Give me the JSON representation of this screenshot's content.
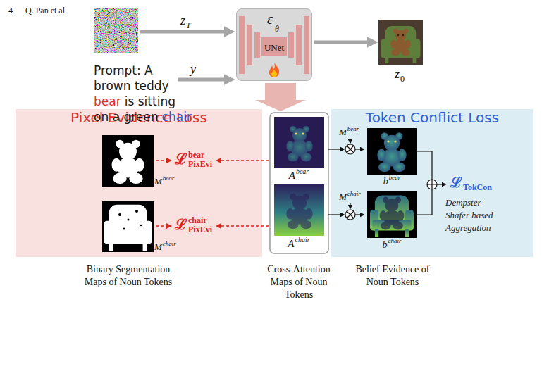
{
  "diagram": {
    "nodes": [
      {
        "text": [
          "ε",
          "θ",
          "UNet"
        ]
      },
      {
        "text": [
          "Pixel Evidence Loss"
        ]
      },
      {
        "text": [
          "Token Conflict Loss"
        ]
      }
    ],
    "labels": [
      "4",
      "Q. Pan et al.",
      "z",
      "T",
      "y",
      "Prompt: A",
      "brown teddy",
      "bear",
      "is sitting",
      "on a green",
      "chair",
      "z",
      "0",
      "M",
      "bear",
      "ℒ",
      "bear",
      "PixEvi",
      "M",
      "chair",
      "ℒ",
      "chair",
      "PixEvi",
      "A",
      "bear",
      "A",
      "chair",
      "M",
      "bear",
      "b",
      "bear",
      "M",
      "chair",
      "b",
      "chair",
      "ℒ",
      "TokCon",
      "Dempster-Shafer based Aggregation",
      "Binary Segmentation Maps of Noun Tokens",
      "Cross-Attention Maps of Noun Tokens",
      "Belief Evidence of Noun Tokens"
    ]
  }
}
